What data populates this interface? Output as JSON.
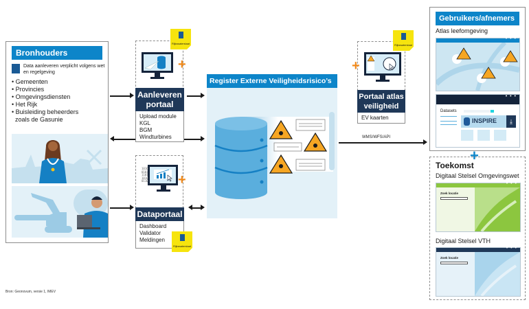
{
  "bronhouders": {
    "title": "Bronhouders",
    "note": "Data aanleveren verplicht volgens wet en regelgeving",
    "items": [
      "Gemeenten",
      "Provincies",
      "Omgevingsdiensten",
      "Het Rijk",
      "Buisleiding beheerders",
      "zoals de Gasunie"
    ],
    "illustrations": [
      "mayor-illustration",
      "pipeline-worker-illustration"
    ]
  },
  "aanleveren_portaal": {
    "title_line1": "Aanleveren",
    "title_line2": "portaal",
    "items": [
      "Upload module",
      "KGL",
      "BGM",
      "Windturbines"
    ],
    "owner_label": "Rijkswaterstaat"
  },
  "dataportaal": {
    "title": "Dataportaal",
    "items": [
      "Dashboard",
      "Validator",
      "Meldingen"
    ],
    "owner_label": "Rijkswaterstaat"
  },
  "register": {
    "title": "Register Externe Veiligheidsrisico’s"
  },
  "portaal_atlas": {
    "title_line1": "Portaal atlas",
    "title_line2": "veiligheid",
    "items": [
      "EV kaarten"
    ],
    "owner_label": "Rijkswaterstaat"
  },
  "connection": {
    "label": "WMS/WFS/API"
  },
  "gebruikers": {
    "title": "Gebruikers/afnemers",
    "atlas_label": "Atlas leefomgeving",
    "window_dots": "• • •",
    "datasets_label": "Datasets",
    "inspire_label": "INSPIRE"
  },
  "toekomst": {
    "title": "Toekomst",
    "dso_label": "Digitaal Stelsel Omgevingswet",
    "vth_label": "Digitaal Stelsel VTH",
    "zoek_label": "Zoek locatie",
    "window_dots": "• • •"
  },
  "colors": {
    "brand_blue": "#0d85c9",
    "navy": "#1f3858",
    "sticky_yellow": "#f6e40e",
    "plus_orange": "#f08a1c",
    "future_green": "#8cc63f"
  },
  "source": "Bron: Geonovum, versie 1, IMEV"
}
